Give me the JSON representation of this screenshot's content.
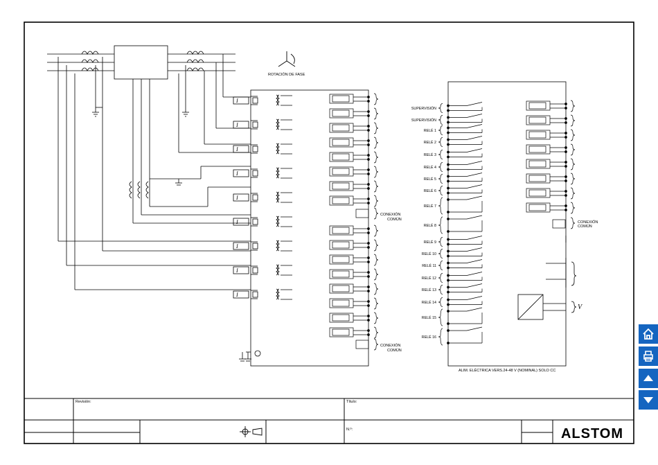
{
  "diagram": {
    "phase_rotation_label": "ROTACIÓN DE FASE",
    "current_symbol": "I",
    "common_connection_label_line1": "CONEXIÓN",
    "common_connection_label_line2": "COMÚN",
    "supply_label": "ALIM. ELÉCTRICA VERS.24-48 V (NOMINAL) SOLO CC",
    "voltage_symbol": "V",
    "left_relay_labels": [
      "SUPERVISIÓN",
      "SUPERVISIÓN",
      "RELÉ 1",
      "RELÉ 2",
      "RELÉ 3",
      "RELÉ 4",
      "RELÉ 5",
      "RELÉ 6",
      "RELÉ 7",
      "RELÉ 8",
      "RELÉ 9",
      "RELÉ 10",
      "RELÉ 11",
      "RELÉ 12",
      "RELÉ 13",
      "RELÉ 14",
      "RELÉ 15",
      "RELÉ 16"
    ]
  },
  "title_block": {
    "revision_label": "Revisión:",
    "title_label": "Título:",
    "number_label": "N.º:",
    "logo_text": "ALSTOM"
  },
  "nav": {
    "home_icon": "home-icon",
    "print_icon": "print-icon",
    "up_icon": "arrow-up-icon",
    "down_icon": "arrow-down-icon",
    "accent_color": "#1565c0"
  }
}
